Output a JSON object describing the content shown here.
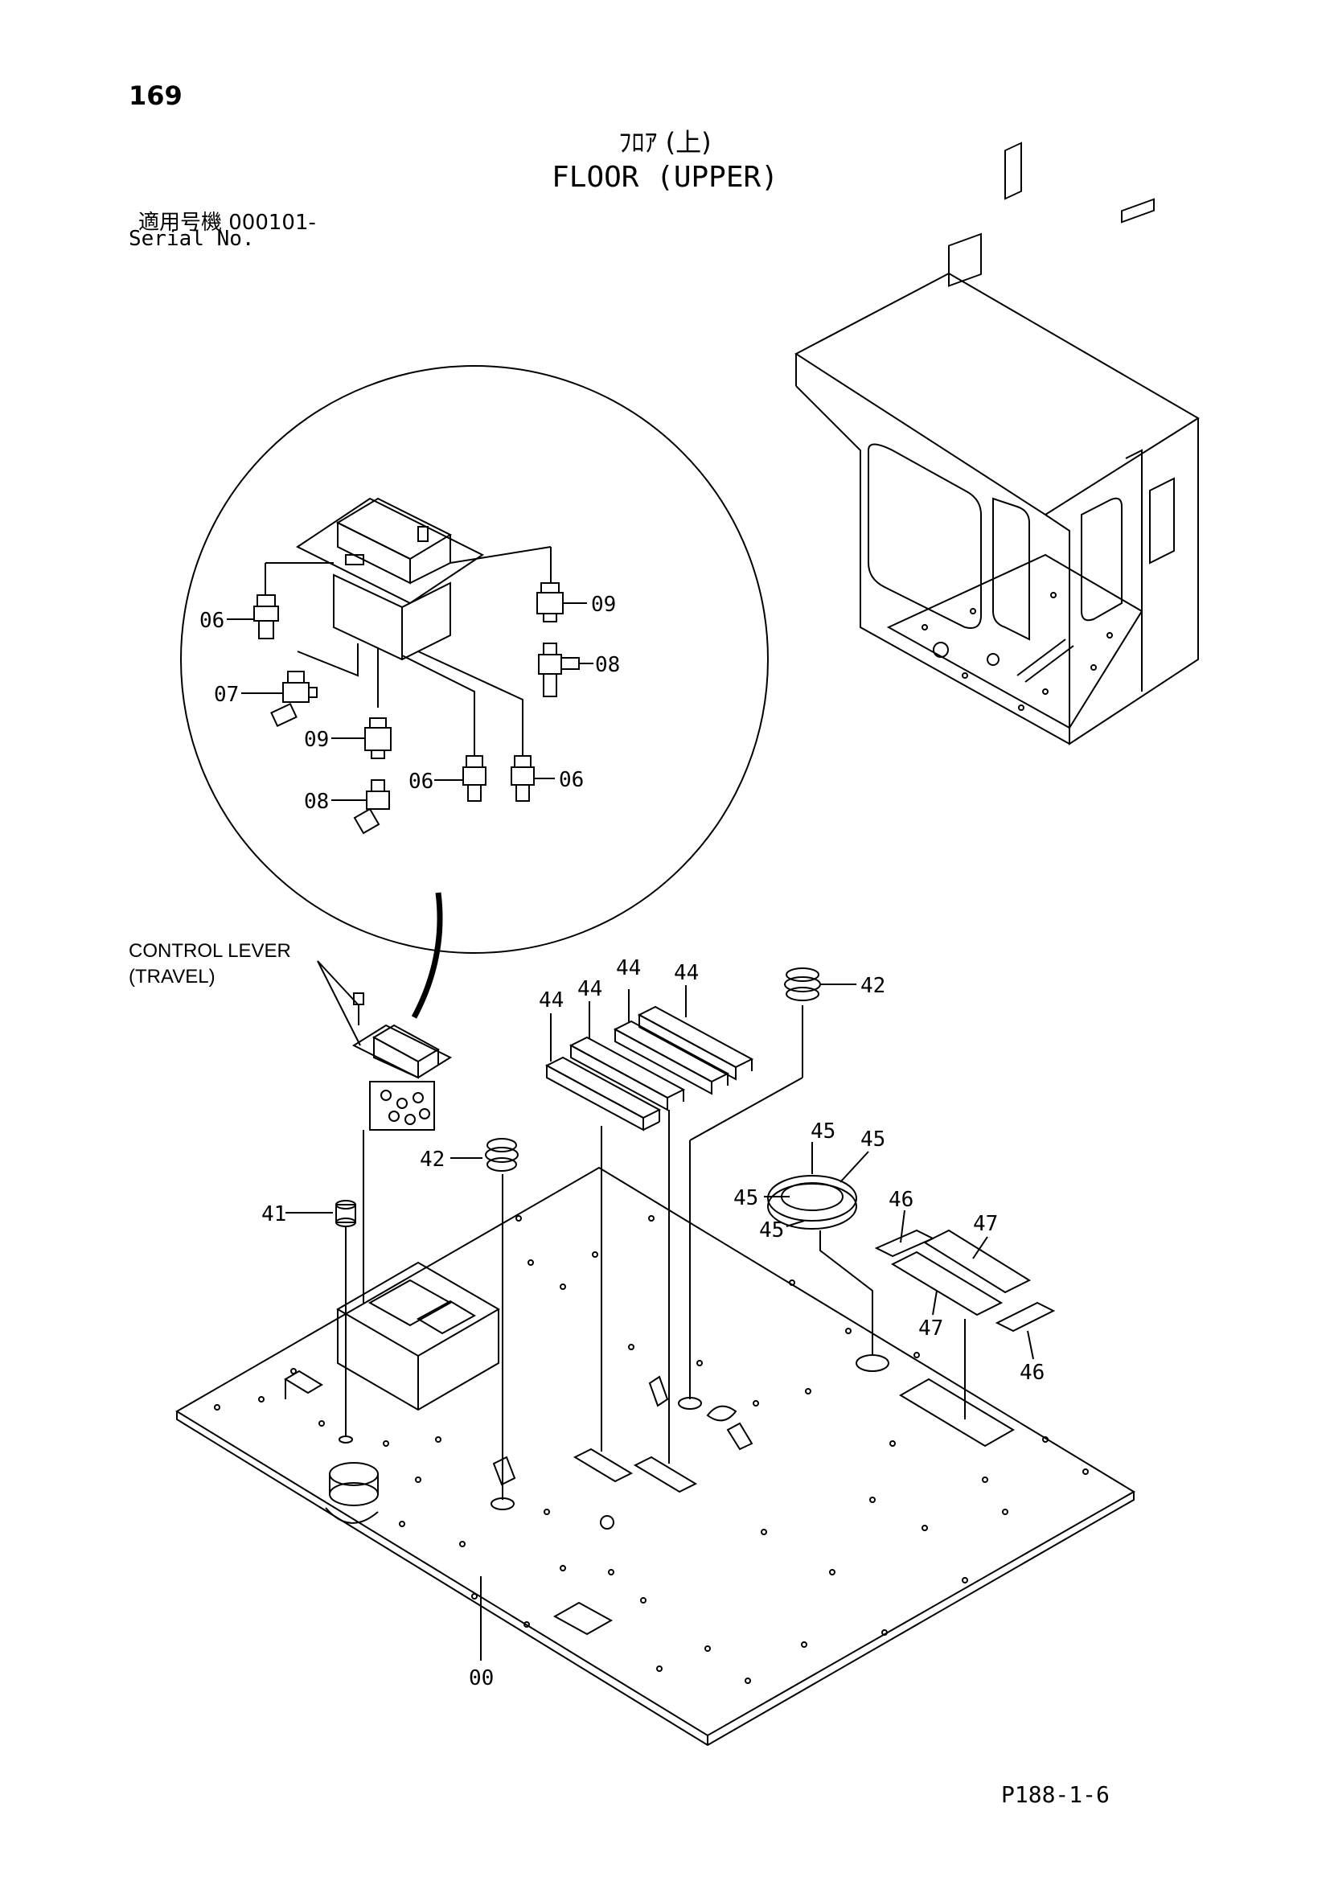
{
  "header": {
    "page_number": "169",
    "title_jp": "ﾌﾛｱ (上)",
    "title_en": "FLOOR (UPPER)",
    "serial_jp": "適用号機  000101-",
    "serial_en": "Serial No."
  },
  "annotation": {
    "line1": "CONTROL LEVER",
    "line2": "(TRAVEL)"
  },
  "callouts": {
    "detail_06a": "06",
    "detail_09a": "09",
    "detail_08a": "08",
    "detail_07": "07",
    "detail_09b": "09",
    "detail_06b": "06",
    "detail_06c": "06",
    "detail_08b": "08",
    "p44a": "44",
    "p44b": "44",
    "p44c": "44",
    "p44d": "44",
    "p42a": "42",
    "p42b": "42",
    "p41": "41",
    "p45a": "45",
    "p45b": "45",
    "p45c": "45",
    "p45d": "45",
    "p46a": "46",
    "p46b": "46",
    "p47a": "47",
    "p47b": "47",
    "p00": "00"
  },
  "footer": {
    "code": "P188-1-6"
  }
}
